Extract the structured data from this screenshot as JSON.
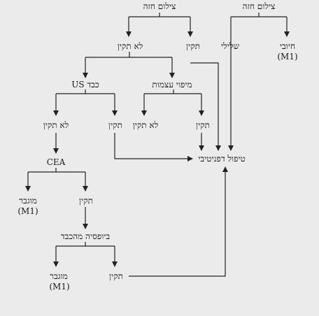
{
  "nodes": {
    "chest_xray_left": "צילום חזה",
    "chest_xray_right": "צילום חזה",
    "normal_1": "תקין",
    "abnormal_1": "לא תקין",
    "negative": "שלילי",
    "positive": "חיובי",
    "positive_stage": "(M1)",
    "us_liver": "US כבד",
    "bone_scan": "מיפוי עצמות",
    "abnormal_2": "לא תקין",
    "normal_2": "תקין",
    "abnormal_3": "לא תקין",
    "normal_3": "תקין",
    "definitive_treatment": "טיפול דפניטיבי",
    "cea": "CEA",
    "elevated_1": "מוגבר",
    "elevated_1_stage": "(M1)",
    "normal_4": "תקין",
    "liver_biopsy": "ביופסיה מהכבד",
    "elevated_2": "מוגבר",
    "elevated_2_stage": "(M1)",
    "normal_5": "תקין"
  },
  "colors": {
    "background": "#ebebeb",
    "line": "#222222",
    "text": "#1a1a1a"
  }
}
